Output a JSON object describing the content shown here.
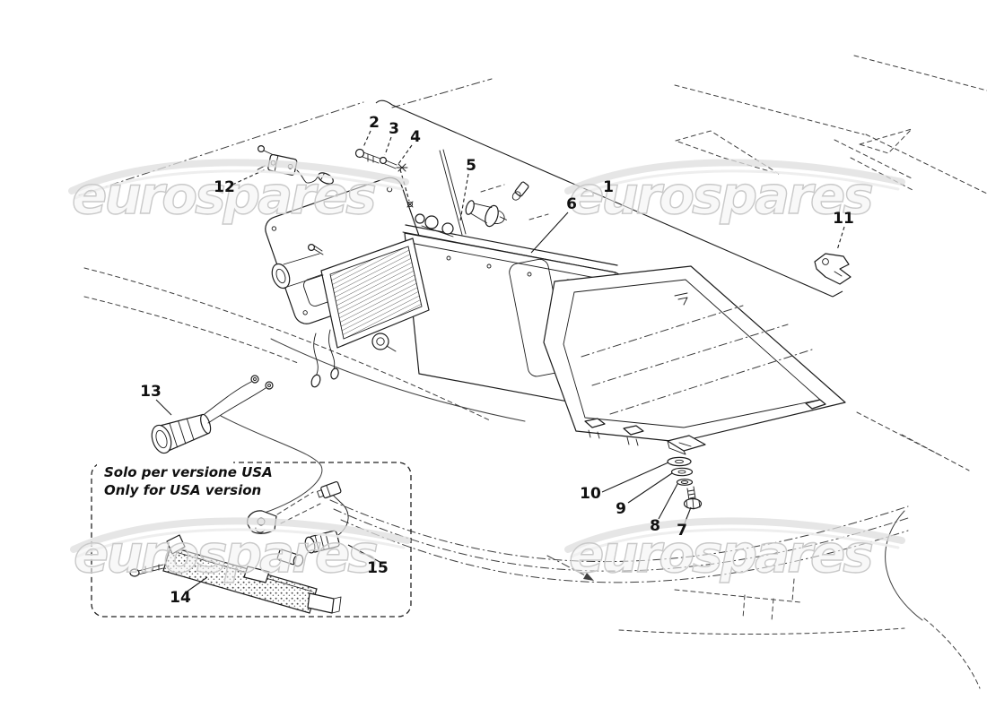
{
  "diagram": {
    "watermark": {
      "text": "eurospares",
      "outline_color": "#c9c9c9",
      "fill_color": "#f3f3f3"
    },
    "usa_note": {
      "line1": "Solo per versione USA",
      "line2": "Only for USA version"
    },
    "ink_color": "#1c1c1c",
    "part_numbers": [
      "1",
      "2",
      "3",
      "4",
      "5",
      "6",
      "7",
      "8",
      "9",
      "10",
      "11",
      "12",
      "13",
      "14",
      "15"
    ]
  }
}
